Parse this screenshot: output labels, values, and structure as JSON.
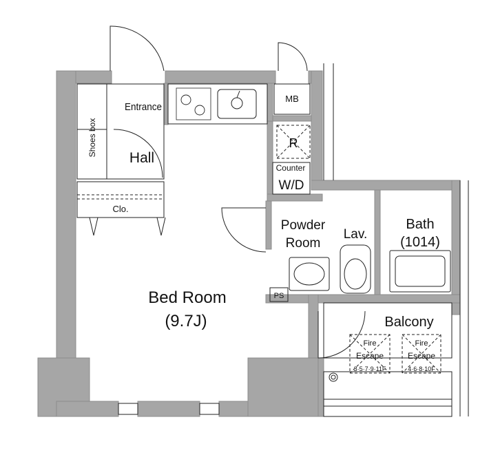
{
  "rooms": {
    "entrance": "Entrance",
    "shoes_box": "Shoes box",
    "hall": "Hall",
    "closet": "Clo.",
    "mb": "MB",
    "refrigerator": "R",
    "counter": "Counter",
    "wd": "W/D",
    "powder_room_line1": "Powder",
    "powder_room_line2": "Room",
    "lavatory": "Lav.",
    "bath": "Bath",
    "bath_size": "(1014)",
    "ps": "PS",
    "bed_room": "Bed Room",
    "bed_room_size": "(9.7J)",
    "balcony": "Balcony"
  },
  "fire_escapes": [
    {
      "line1": "Fire",
      "line2": "Escape",
      "floors": "3·5·7·9·11F"
    },
    {
      "line1": "Fire",
      "line2": "Escape",
      "floors": "4·6·8·10F"
    }
  ],
  "colors": {
    "wall": "#a6a6a6",
    "wall_edge": "#8c8c8c",
    "line": "#222222"
  }
}
